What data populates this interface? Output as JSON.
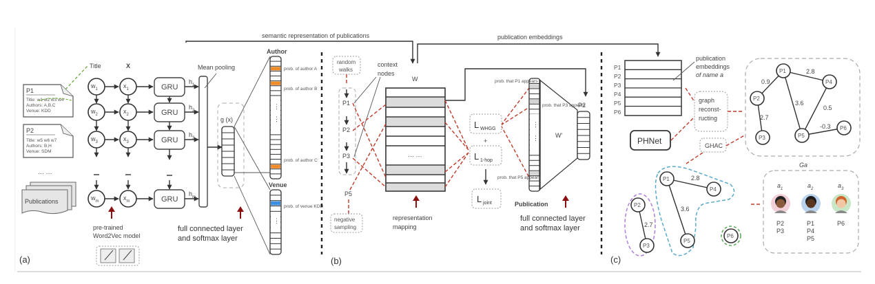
{
  "figure": {
    "panels": [
      "(a)",
      "(b)",
      "(c)"
    ],
    "arrows": {
      "semantic": "semantic representation of publications",
      "embeddings": "publication embeddings"
    }
  },
  "panel_a": {
    "title_label": "Title",
    "x_label": "X",
    "docs": [
      {
        "id": "P1",
        "lines": [
          "Title: w1 w2 w3 w4",
          "Authors: A,B,C",
          "Venue: KDD"
        ]
      },
      {
        "id": "P2",
        "lines": [
          "Title: w5 w6 w7",
          "Authors: B,H",
          "Venue: SDM"
        ]
      }
    ],
    "ellipsis": "··· ···",
    "publications_label": "Publications",
    "w_nodes": [
      "w1",
      "w2",
      "w3",
      "wm"
    ],
    "x_nodes": [
      "x1",
      "x2",
      "x3",
      "xm"
    ],
    "gru_label": "GRU",
    "h_labels": [
      "h1",
      "h2",
      "h3",
      "hm"
    ],
    "mean_pooling": "Mean pooling",
    "gx_label": "g (x)",
    "author_title": "Author",
    "author_probs": [
      "prob. of author A",
      "prob. of author B",
      "prob. of author C"
    ],
    "venue_title": "Venue",
    "venue_prob": "prob. of venue KDD",
    "word2vec_caption": [
      "pre-trained",
      "Word2Vec model"
    ],
    "fc_caption": [
      "full connected layer",
      "and softmax layer"
    ]
  },
  "panel_b": {
    "random_walks": [
      "random",
      "walks"
    ],
    "context_nodes": [
      "context",
      "nodes"
    ],
    "walk_nodes": [
      "P1",
      "P2",
      "P3"
    ],
    "negative_node": "P5",
    "negative_sampling": [
      "negative",
      "sampling"
    ],
    "w_label": "W",
    "matrix_ellipsis": "··· ···",
    "losses": [
      "L",
      "L",
      "L"
    ],
    "loss_subs": [
      "WHGG",
      "1-hop",
      "joint"
    ],
    "plus": "+",
    "probs": [
      "prob. that P1 appears",
      "prob. that P3 appears",
      "prob. that P5 appears"
    ],
    "w_prime": "W'",
    "output_node": "P2",
    "publication_title": "Publication",
    "representation_caption": [
      "representation",
      "mapping"
    ],
    "fc_caption": [
      "full connected layer",
      "and softmax layer"
    ]
  },
  "panel_c": {
    "row_labels": [
      "P1",
      "P2",
      "P3",
      "P4",
      "P5",
      "P6"
    ],
    "embed_caption": [
      "publication",
      "embeddings",
      "of name a"
    ],
    "phnet": "PHNet",
    "graph_recon": [
      "graph",
      "reconst-",
      "ructing"
    ],
    "ghac": "GHAC",
    "graph_label": "Ga",
    "nodes": [
      "P1",
      "P2",
      "P3",
      "P4",
      "P5",
      "P6"
    ],
    "edges": [
      {
        "from": "P1",
        "to": "P2",
        "w": "0.9"
      },
      {
        "from": "P1",
        "to": "P4",
        "w": "2.8"
      },
      {
        "from": "P1",
        "to": "P5",
        "w": "3.6"
      },
      {
        "from": "P4",
        "to": "P5",
        "w": "0.5"
      },
      {
        "from": "P2",
        "to": "P3",
        "w": "2.7"
      },
      {
        "from": "P5",
        "to": "P6",
        "w": "-0.3"
      }
    ],
    "cluster_edges": [
      {
        "from": "P1",
        "to": "P4",
        "w": "2.8"
      },
      {
        "from": "P1",
        "to": "P5",
        "w": "3.6"
      },
      {
        "from": "P2",
        "to": "P3",
        "w": "2.7"
      }
    ],
    "authors": [
      {
        "name": "a1",
        "pubs": [
          "P2",
          "P3"
        ],
        "color": "#f3cfd8"
      },
      {
        "name": "a2",
        "pubs": [
          "P1",
          "P4",
          "P5"
        ],
        "color": "#b9d3ee"
      },
      {
        "name": "a3",
        "pubs": [
          "P6"
        ],
        "color": "#c9e7c6"
      }
    ]
  },
  "colors": {
    "orange": "#f08a24",
    "blue": "#3d8fe0",
    "red_dash": "#c0392b",
    "dark_red_arrow": "#8b1010",
    "green_dash": "#6aaa3a",
    "purple_cluster": "#b07fd8",
    "cyan_cluster": "#5aa9c9",
    "green_cluster": "#5aa85a"
  }
}
